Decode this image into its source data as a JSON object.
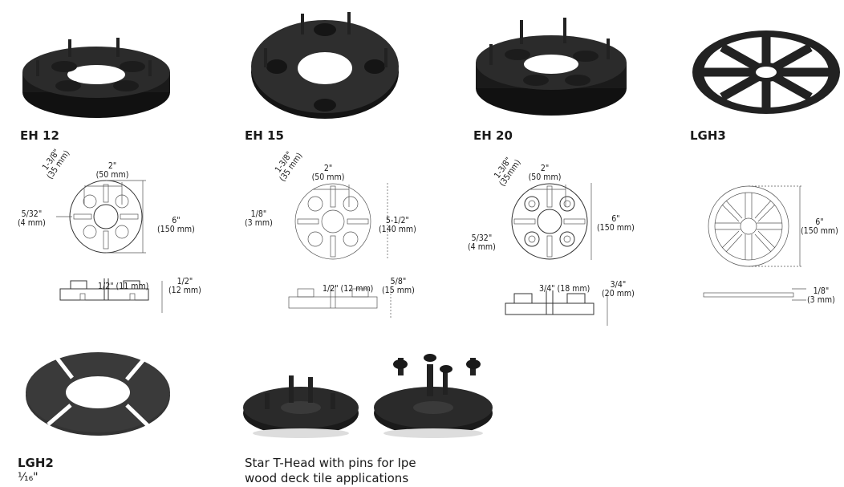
{
  "products": [
    {
      "name": "EH 12",
      "icon": "eh12-pedestal-head-photo",
      "dims": {
        "top_width": "2\"\n(50 mm)",
        "slot_diag": "1-3/8\"\n(35 mm)",
        "spacer": "5/32\"\n(4 mm)",
        "diameter": "6\"\n(150 mm)",
        "tab_height": "1/2\" (11 mm)",
        "base_height": "1/2\"\n(12 mm)"
      }
    },
    {
      "name": "EH 15",
      "icon": "eh15-pedestal-head-photo",
      "dims": {
        "top_width": "2\"\n(50 mm)",
        "slot_diag": "1-3/8\"\n(35 mm)",
        "spacer": "1/8\"\n(3 mm)",
        "diameter": "5-1/2\"\n(140 mm)",
        "tab_height": "1/2\" (12 mm)",
        "base_height": "5/8\"\n(15 mm)"
      }
    },
    {
      "name": "EH 20",
      "icon": "eh20-pedestal-head-photo",
      "dims": {
        "top_width": "2\"\n(50 mm)",
        "slot_diag": "1-3/8\"\n(35mm)",
        "spacer": "5/32\"\n(4 mm)",
        "diameter": "6\"\n(150 mm)",
        "tab_height": "3/4\" (18 mm)",
        "base_height": "3/4\"\n(20 mm)"
      }
    },
    {
      "name": "LGH3",
      "icon": "lgh3-leveling-disc-photo",
      "dims": {
        "diameter": "6\"\n(150 mm)",
        "thickness": "1/8\"\n(3 mm)"
      }
    }
  ],
  "bottom_items": [
    {
      "name": "LGH2",
      "sub": "¹⁄₁₆\"",
      "icon": "lgh2-shim-photo"
    },
    {
      "caption": "Star T-Head with pins for Ipe\nwood deck tile applications",
      "icon": "star-t-head-pins-photo"
    }
  ],
  "colors": {
    "product": "#1c1c1c",
    "product_mid": "#2e2e2e",
    "product_light": "#444444",
    "line": "#333333"
  }
}
